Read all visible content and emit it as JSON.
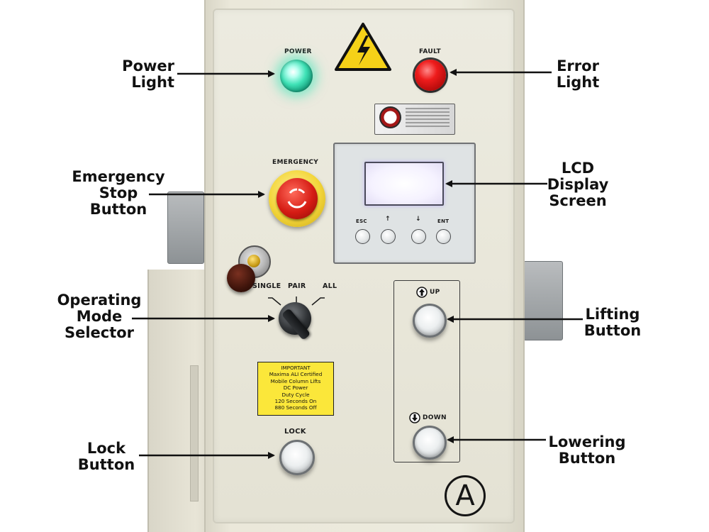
{
  "callouts": {
    "power_light": [
      "Power",
      "Light"
    ],
    "error_light": [
      "Error",
      "Light"
    ],
    "emergency_stop": [
      "Emergency",
      "Stop",
      "Button"
    ],
    "lcd_display": [
      "LCD",
      "Display",
      "Screen"
    ],
    "operating_mode": [
      "Operating",
      "Mode",
      "Selector"
    ],
    "lifting_button": [
      "Lifting",
      "Button"
    ],
    "lock_button": [
      "Lock",
      "Button"
    ],
    "lowering_button": [
      "Lowering",
      "Button"
    ]
  },
  "panel": {
    "power_label": "POWER",
    "fault_label": "FAULT",
    "emergency_label": "EMERGENCY",
    "lcd_keys": [
      "ESC",
      "↑",
      "↓",
      "ENT"
    ],
    "mode_options": [
      "SINGLE",
      "PAIR",
      "ALL"
    ],
    "lock_label": "LOCK",
    "up_label": "UP",
    "down_label": "DOWN",
    "corner_mark": "A"
  },
  "placard": {
    "lines": [
      "IMPORTANT",
      "Maxima ALI Certified",
      "Mobile Column Lifts",
      "DC Power",
      "Duty Cycle",
      "120 Seconds On",
      "880 Seconds Off"
    ]
  },
  "colors": {
    "power_lamp": "#3fe2b6",
    "fault_lamp": "#ee1c1c",
    "estop_cap": "#d51c14",
    "estop_ring": "#f3d63a",
    "placard": "#fbe73a",
    "warning_triangle": "#f5d118",
    "enclosure": "#ebe8da"
  }
}
